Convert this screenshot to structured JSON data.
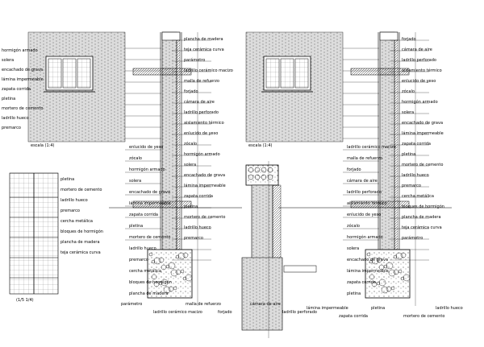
{
  "drawing": {
    "labels": [
      "plancha de madera",
      "teja cerámica curva",
      "parámetro",
      "ladrillo cerámico macizo",
      "malla de refuerzo",
      "forjado",
      "cámara de aire",
      "ladrillo perforado",
      "aislamiento térmico",
      "enlucido de yeso",
      "zócalo",
      "hormigón armado",
      "solera",
      "encachado de grava",
      "lámina impermeable",
      "zapata corrida",
      "pletina",
      "mortero de cemento",
      "ladrillo hueco",
      "premarco",
      "cercha metálica",
      "bloques de hormigón"
    ],
    "scale_note": "escala (1:4)",
    "dimension_note": "(1/5 1/4)"
  }
}
